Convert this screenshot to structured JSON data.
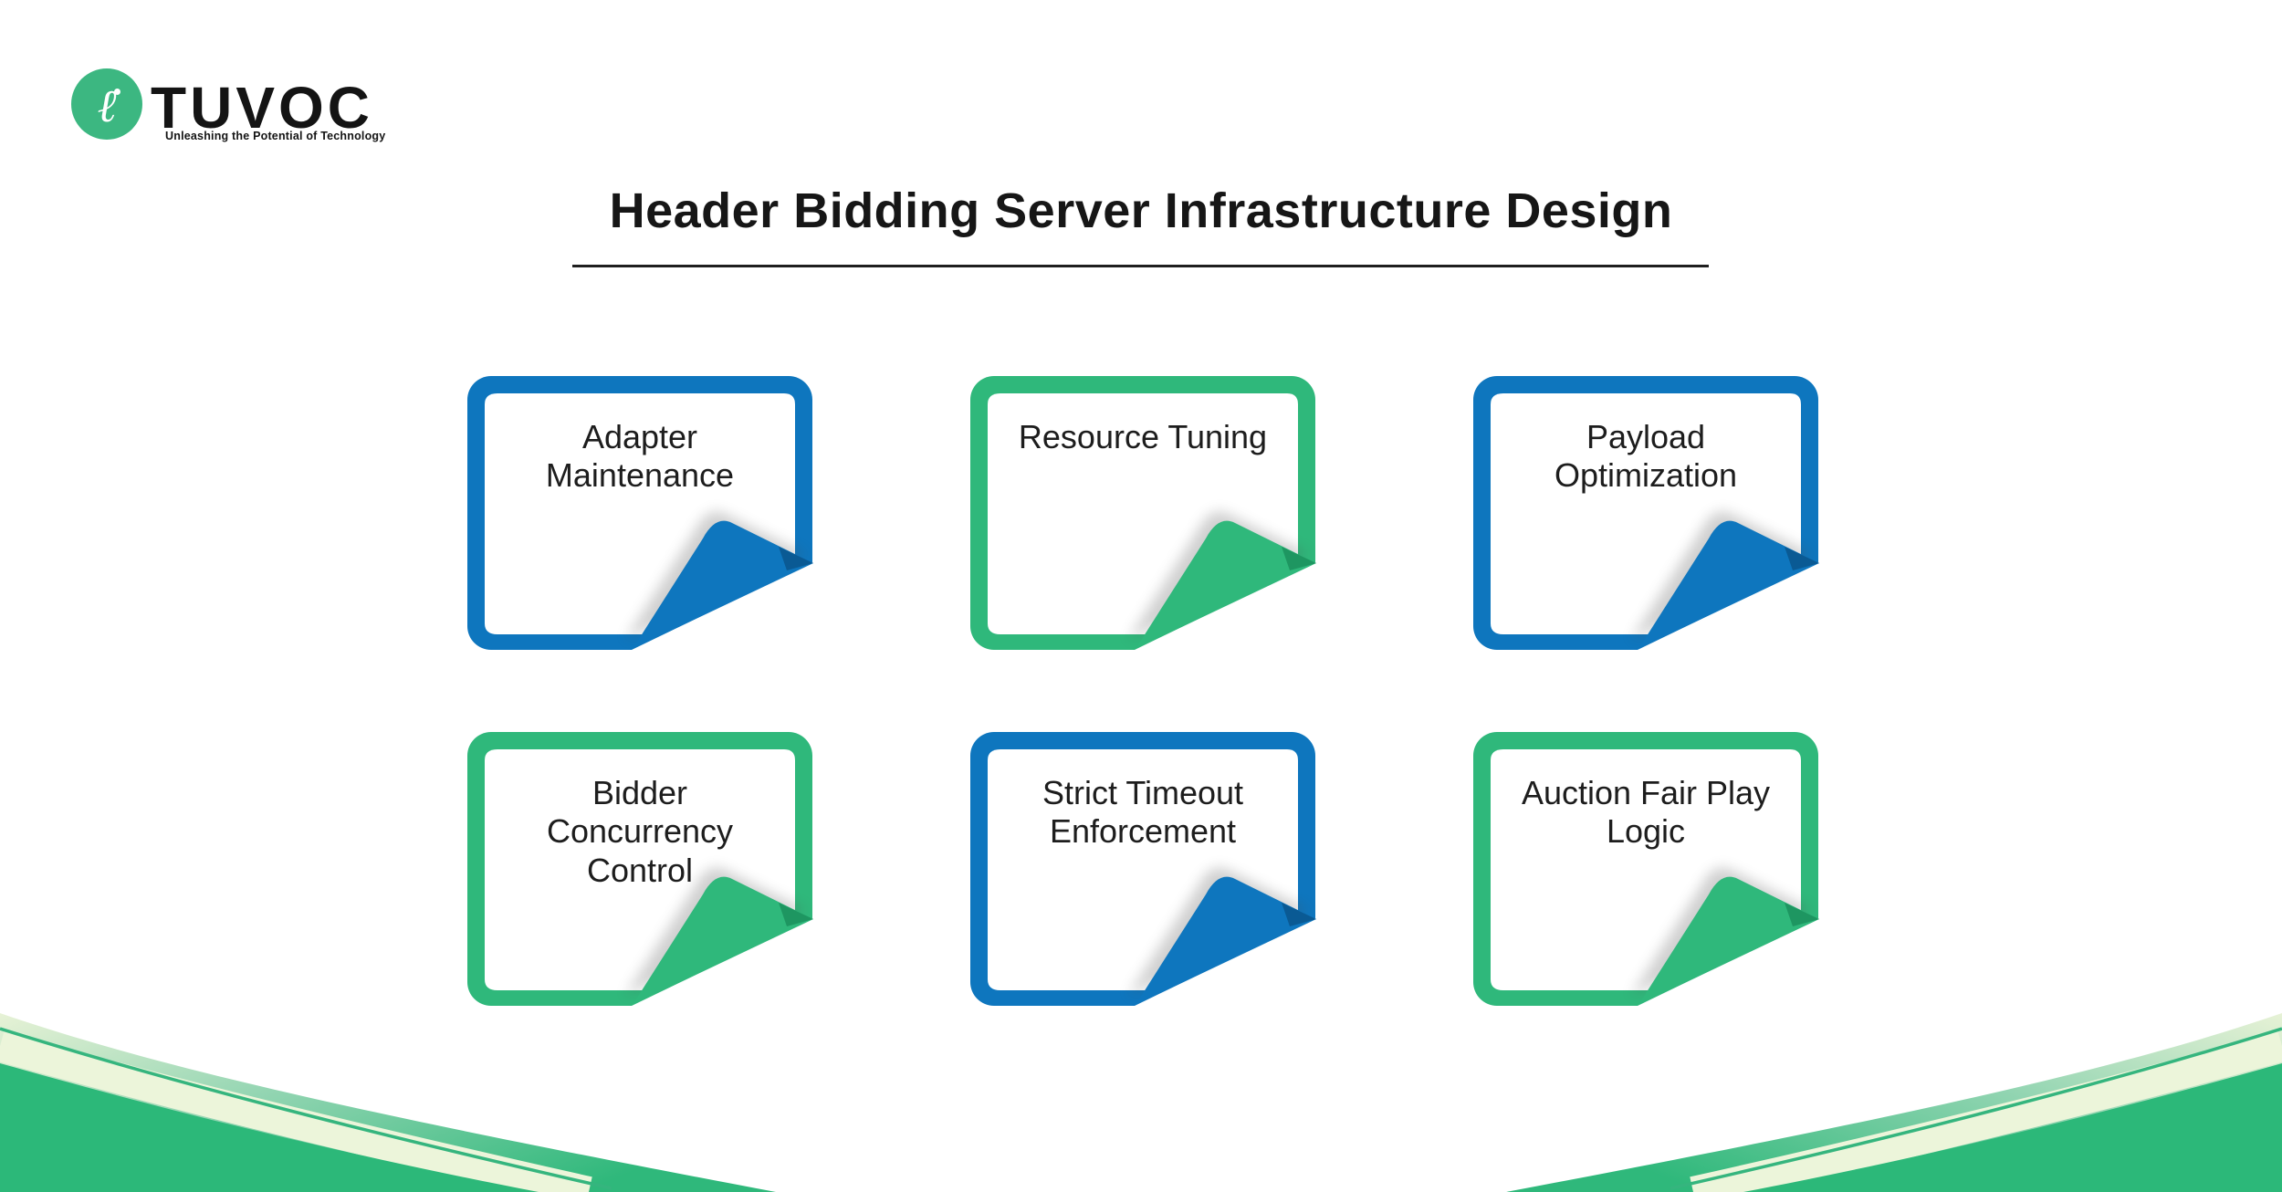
{
  "logo": {
    "brand": "TUVOC",
    "tagline": "Unleashing the Potential of Technology",
    "icon_glyph": "ℓ",
    "circle_color": "#3CB781",
    "text_color": "#141414"
  },
  "title": {
    "text": "Header Bidding Server Infrastructure Design"
  },
  "cards": [
    {
      "label": "Adapter Maintenance",
      "color": "#0E76BE",
      "fold_shade": "#0A5A94"
    },
    {
      "label": "Resource Tuning",
      "color": "#2FB87B",
      "fold_shade": "#1E9661"
    },
    {
      "label": "Payload Optimization",
      "color": "#0E76BE",
      "fold_shade": "#0A5A94"
    },
    {
      "label": "Bidder Concurrency Control",
      "color": "#2FB87B",
      "fold_shade": "#1E9661"
    },
    {
      "label": "Strict Timeout Enforcement",
      "color": "#0E76BE",
      "fold_shade": "#0A5A94"
    },
    {
      "label": "Auction Fair Play Logic",
      "color": "#2FB87B",
      "fold_shade": "#1E9661"
    }
  ],
  "decor": {
    "wave_green": "#2CB879",
    "wave_light_band": "#ECF5DA",
    "wave_thin_line": "#35B57E",
    "background": "#FFFFFF"
  }
}
